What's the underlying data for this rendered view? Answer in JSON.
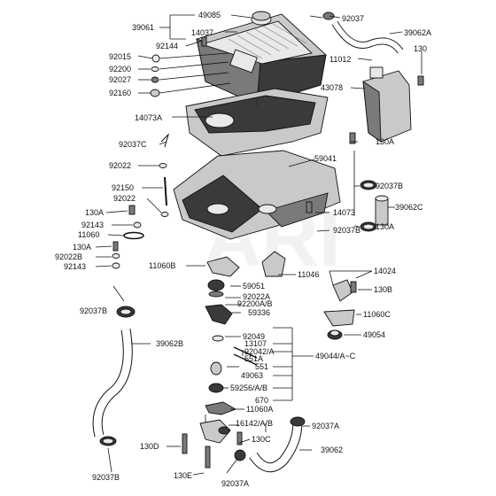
{
  "diagram": {
    "watermark": "ARI",
    "labels": [
      {
        "id": "l1",
        "text": "39061"
      },
      {
        "id": "l2",
        "text": "49085"
      },
      {
        "id": "l3",
        "text": "14037"
      },
      {
        "id": "l4",
        "text": "92037"
      },
      {
        "id": "l5",
        "text": "39062A"
      },
      {
        "id": "l6",
        "text": "92144"
      },
      {
        "id": "l7",
        "text": "92015"
      },
      {
        "id": "l8",
        "text": "92200"
      },
      {
        "id": "l9",
        "text": "92027"
      },
      {
        "id": "l10",
        "text": "92160"
      },
      {
        "id": "l11",
        "text": "11012"
      },
      {
        "id": "l12",
        "text": "130"
      },
      {
        "id": "l13",
        "text": "43078"
      },
      {
        "id": "l14",
        "text": "14073A"
      },
      {
        "id": "l15",
        "text": "92037C"
      },
      {
        "id": "l16",
        "text": "130A"
      },
      {
        "id": "l17",
        "text": "59041"
      },
      {
        "id": "l18",
        "text": "92022"
      },
      {
        "id": "l19",
        "text": "92150"
      },
      {
        "id": "l20",
        "text": "92037B"
      },
      {
        "id": "l21",
        "text": "92022"
      },
      {
        "id": "l22",
        "text": "130A"
      },
      {
        "id": "l23",
        "text": "39062C"
      },
      {
        "id": "l24",
        "text": "14073"
      },
      {
        "id": "l25",
        "text": "92143"
      },
      {
        "id": "l26",
        "text": "11060"
      },
      {
        "id": "l27",
        "text": "130A"
      },
      {
        "id": "l28",
        "text": "92037B"
      },
      {
        "id": "l29",
        "text": "130A"
      },
      {
        "id": "l30",
        "text": "92022B"
      },
      {
        "id": "l31",
        "text": "92143"
      },
      {
        "id": "l32",
        "text": "11060B"
      },
      {
        "id": "l33",
        "text": "11046"
      },
      {
        "id": "l34",
        "text": "14024"
      },
      {
        "id": "l35",
        "text": "59051"
      },
      {
        "id": "l36",
        "text": "130B"
      },
      {
        "id": "l37",
        "text": "92022A"
      },
      {
        "id": "l38",
        "text": "92200A/B"
      },
      {
        "id": "l39",
        "text": "92037B"
      },
      {
        "id": "l40",
        "text": "59336"
      },
      {
        "id": "l41",
        "text": "11060C"
      },
      {
        "id": "l42",
        "text": "39062B"
      },
      {
        "id": "l43",
        "text": "92049"
      },
      {
        "id": "l44",
        "text": "49054"
      },
      {
        "id": "l45",
        "text": "13107"
      },
      {
        "id": "l46",
        "text": "92042/A"
      },
      {
        "id": "l47",
        "text": "551A"
      },
      {
        "id": "l48",
        "text": "49044/A~C"
      },
      {
        "id": "l49",
        "text": "551"
      },
      {
        "id": "l50",
        "text": "49063"
      },
      {
        "id": "l51",
        "text": "59256/A/B"
      },
      {
        "id": "l52",
        "text": "670"
      },
      {
        "id": "l53",
        "text": "11060A"
      },
      {
        "id": "l54",
        "text": "16142/A/B"
      },
      {
        "id": "l55",
        "text": "92037A"
      },
      {
        "id": "l56",
        "text": "130D"
      },
      {
        "id": "l57",
        "text": "130C"
      },
      {
        "id": "l58",
        "text": "39062"
      },
      {
        "id": "l59",
        "text": "92037B"
      },
      {
        "id": "l60",
        "text": "130E"
      },
      {
        "id": "l61",
        "text": "92037A"
      }
    ]
  }
}
